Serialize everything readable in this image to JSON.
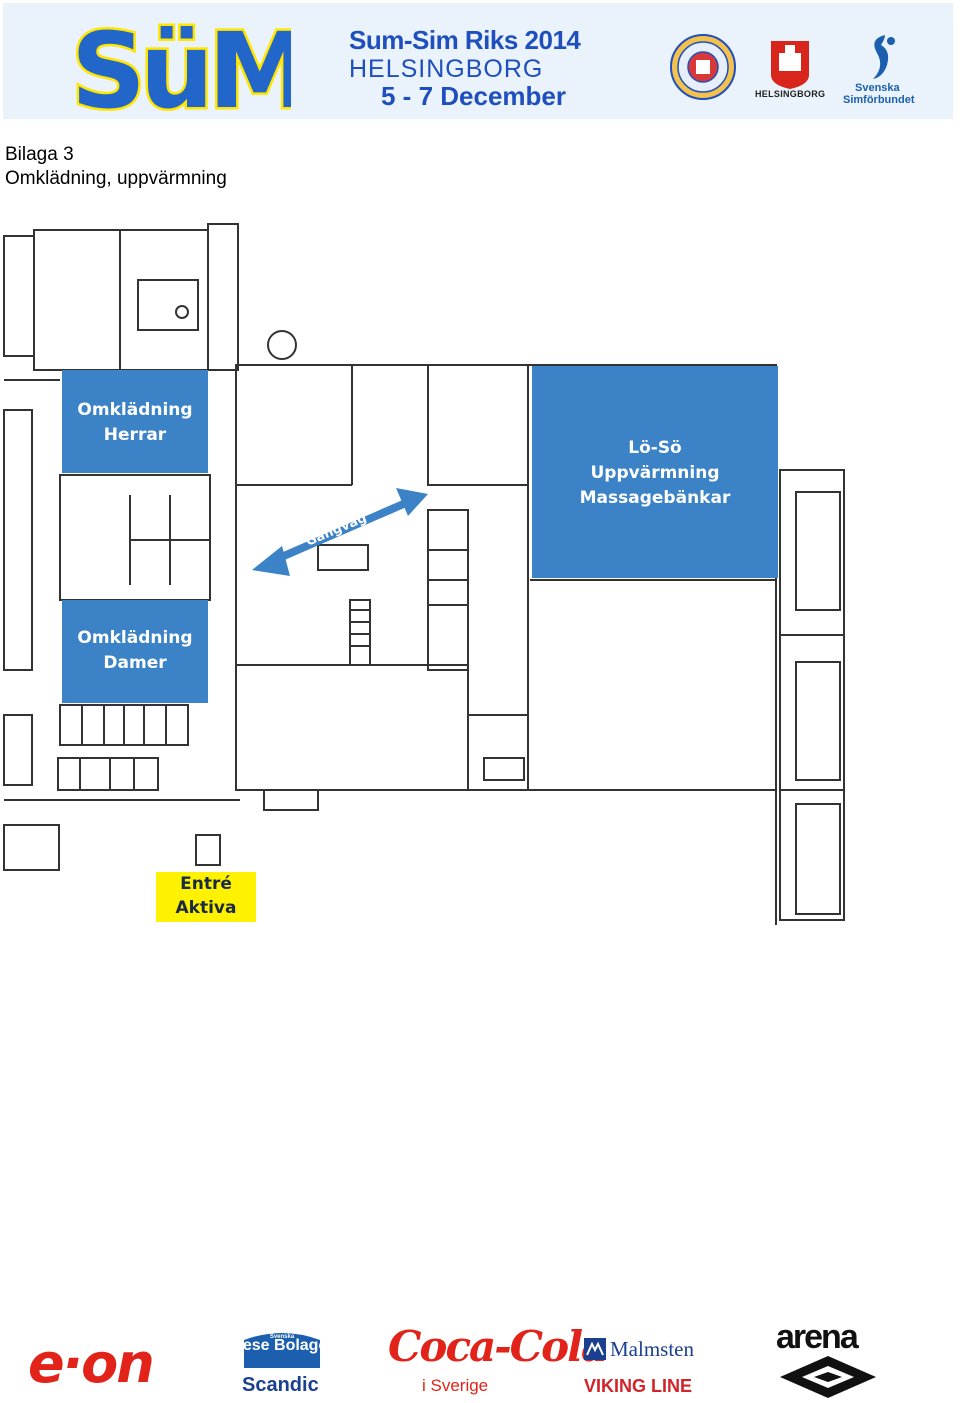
{
  "header": {
    "logo_text": "SüM",
    "event_title": "Sum-Sim Riks 2014",
    "event_city": "HELSINGBORG",
    "event_date": "5 - 7 December",
    "hbg_caption": "HELSINGBORG",
    "ssf_line1": "Svenska",
    "ssf_line2": "Simförbundet",
    "colors": {
      "title": "#1f4fbd",
      "header_bg": "#eaf3fb",
      "logo_blue": "#2266c9",
      "logo_yellow": "#ffe600"
    }
  },
  "doc": {
    "label_line1": "Bilaga 3",
    "label_line2": "Omklädning, uppvärmning"
  },
  "plan": {
    "zones": [
      {
        "id": "herrar",
        "line1": "Omklädning",
        "line2": "Herrar"
      },
      {
        "id": "damer",
        "line1": "Omklädning",
        "line2": "Damer"
      },
      {
        "id": "warmup",
        "line1": "Lö-Sö",
        "line2": "Uppvärmning",
        "line3": "Massagebänkar"
      }
    ],
    "walkway_label": "Gångväg",
    "entry_line1": "Entré",
    "entry_line2": "Aktiva",
    "colors": {
      "zone": "#3b83c6",
      "entry": "#fff200",
      "wall": "#333333"
    }
  },
  "sponsors": {
    "eon": "e·on",
    "rese_top": "Svenska",
    "rese": "Rese Bolaget",
    "scandic": "Scandic",
    "coke": "Coca-Cola",
    "coke_sub": "i Sverige",
    "malmsten": "Malmsten",
    "viking": "VIKING LINE",
    "arena": "arena"
  }
}
